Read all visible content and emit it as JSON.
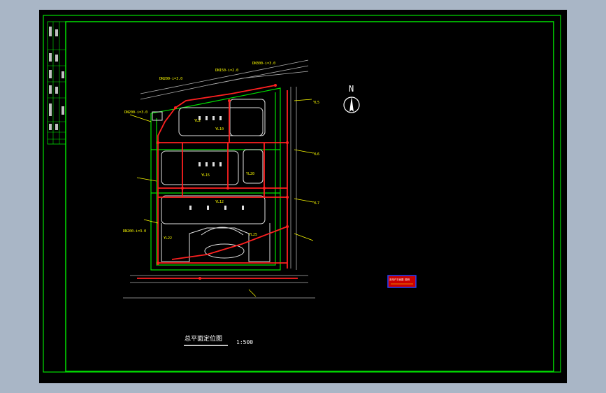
{
  "drawing": {
    "title": "总平面定位图",
    "scale_label": "1:500",
    "north_label": "N",
    "stamp_text": "多用户平面图 图例"
  },
  "colors": {
    "background": "#a9b6c6",
    "canvas": "#000000",
    "frame": "#00e000",
    "pipe": "#ff2020",
    "building": "#ffffff",
    "annotation": "#ffff00",
    "stamp_border": "#2040ff",
    "stamp_fill": "#cc0000"
  },
  "labels": {
    "top_1": "DN200-i=3.0",
    "top_2": "DN150-i=2.0",
    "top_3": "DN300-i=3.0",
    "left_1": "DN200-i=3.0",
    "right_1": "YL5",
    "right_2": "YL6",
    "right_3": "YL7",
    "bottom_1": "DN200-i=3.0",
    "bottom_2": "YL25",
    "inner_1": "YL2",
    "inner_2": "YL10",
    "inner_3": "YL15",
    "inner_4": "YL20",
    "inner_5": "YL22",
    "inner_6": "YL12"
  }
}
